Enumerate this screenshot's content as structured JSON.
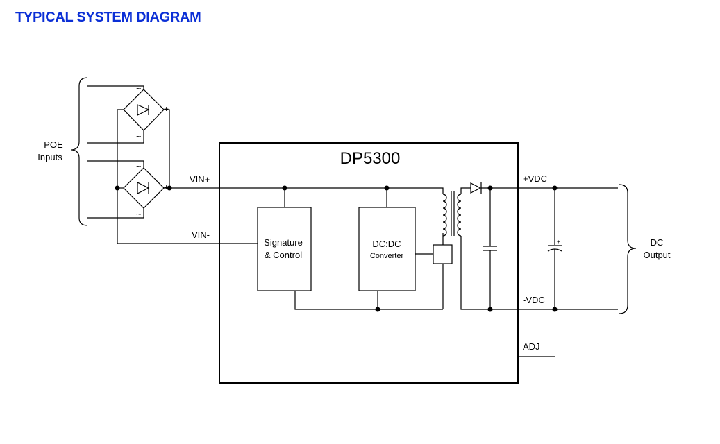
{
  "title": "TYPICAL SYSTEM DIAGRAM",
  "chip_name": "DP5300",
  "labels": {
    "poe_inputs": [
      "POE",
      "Inputs"
    ],
    "vin_plus": "VIN+",
    "vin_minus": "VIN-",
    "signature_control": [
      "Signature",
      "& Control"
    ],
    "dcdc_converter": [
      "DC:DC",
      "Converter"
    ],
    "vdc_plus": "+VDC",
    "vdc_minus": "-VDC",
    "adj": "ADJ",
    "dc_output": [
      "DC",
      "Output"
    ]
  },
  "bridge_marks": {
    "ac": "~",
    "plus": "+",
    "minus": "-"
  },
  "capacitor_polarity": "+"
}
